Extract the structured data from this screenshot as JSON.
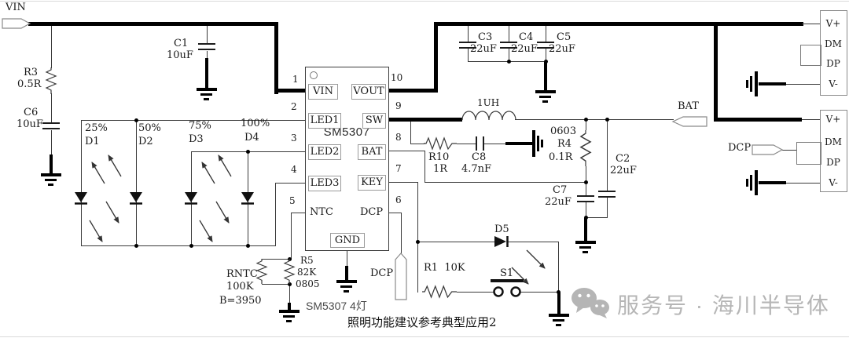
{
  "colors": {
    "wire": "#3a3a3a",
    "bus": "#000000",
    "watermark_gray": "#b6b6b6",
    "text": "#1a1a1a"
  },
  "terminals": {
    "vin": {
      "label": "VIN"
    },
    "bat": {
      "label": "BAT"
    },
    "dcp_key": {
      "label": "DCP"
    },
    "dcp_usb": {
      "label": "DCP"
    }
  },
  "chip": {
    "name": "SM5307",
    "gnd": "GND",
    "pins_left": [
      {
        "num": "1",
        "name": "VIN"
      },
      {
        "num": "2",
        "name": "LED1"
      },
      {
        "num": "3",
        "name": "LED2"
      },
      {
        "num": "4",
        "name": "LED3"
      },
      {
        "num": "5",
        "name": "NTC"
      }
    ],
    "pins_right": [
      {
        "num": "10",
        "name": "VOUT"
      },
      {
        "num": "9",
        "name": "SW"
      },
      {
        "num": "8",
        "name": "BAT"
      },
      {
        "num": "7",
        "name": "KEY"
      },
      {
        "num": "6",
        "name": "DCP"
      }
    ]
  },
  "components": {
    "r3": {
      "ref": "R3",
      "value": "0.5R"
    },
    "c6": {
      "ref": "C6",
      "value": "10uF"
    },
    "c1": {
      "ref": "C1",
      "value": "10uF"
    },
    "c3": {
      "ref": "C3",
      "value": "22uF"
    },
    "c4": {
      "ref": "C4",
      "value": "22uF"
    },
    "c5": {
      "ref": "C5",
      "value": "22uF"
    },
    "l1": {
      "value": "1UH"
    },
    "r10": {
      "ref": "R10",
      "value": "1R"
    },
    "c8": {
      "ref": "C8",
      "value": "4.7nF"
    },
    "r4": {
      "size": "0603",
      "ref": "R4",
      "value": "0.1R"
    },
    "c2": {
      "ref": "C2",
      "value": "22uF"
    },
    "c7": {
      "ref": "C7",
      "value": "22uF"
    },
    "d5": {
      "ref": "D5"
    },
    "r1": {
      "label": "R1  10K"
    },
    "s1": {
      "ref": "S1"
    },
    "rntc": {
      "ref": "RNTC",
      "value": "100K",
      "beta": "B=3950"
    },
    "r5": {
      "ref": "R5",
      "value": "82K",
      "size": "0805"
    }
  },
  "leds": [
    {
      "pct": "25%",
      "ref": "D1"
    },
    {
      "pct": "50%",
      "ref": "D2"
    },
    {
      "pct": "75%",
      "ref": "D3"
    },
    {
      "pct": "100%",
      "ref": "D4"
    }
  ],
  "usb_top": {
    "pins": [
      "V+",
      "DM",
      "DP",
      "V-"
    ]
  },
  "usb_bottom": {
    "pins": [
      "V+",
      "DM",
      "DP",
      "V-"
    ]
  },
  "captions": {
    "variant": "SM5307 4灯",
    "note": "照明功能建议参考典型应用2"
  },
  "watermark": {
    "text": "服务号 · 海川半导体"
  }
}
